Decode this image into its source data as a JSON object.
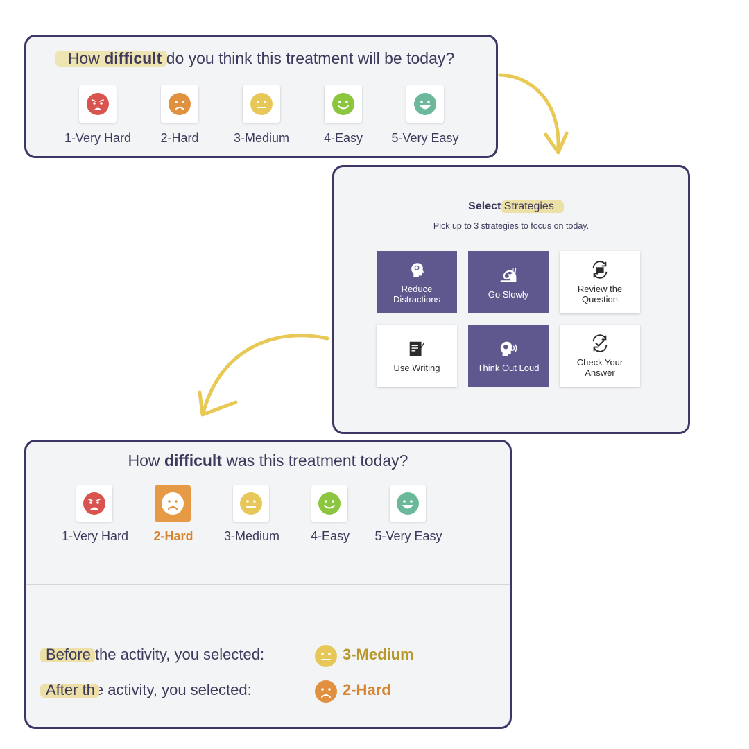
{
  "before": {
    "question_pre": "Ho",
    "question_hl_rest": "w ",
    "question_bold": "difficult",
    "question_post": " do you think this treatment will be today?",
    "options": [
      {
        "label": "1-Very Hard",
        "icon": "very-sad-face-icon",
        "color": "#d9534f"
      },
      {
        "label": "2-Hard",
        "icon": "sad-face-icon",
        "color": "#e0903f"
      },
      {
        "label": "3-Medium",
        "icon": "neutral-face-icon",
        "color": "#e8c75a"
      },
      {
        "label": "4-Easy",
        "icon": "smile-face-icon",
        "color": "#8cc63f"
      },
      {
        "label": "5-Very Easy",
        "icon": "grin-face-icon",
        "color": "#6cb89b"
      }
    ]
  },
  "strategies": {
    "title_prefix": "Select ",
    "title_highlight": "Strategies",
    "subtitle": "Pick up to 3 strategies to focus on today.",
    "items": [
      {
        "label_1": "Reduce",
        "label_2": "Distractions",
        "icon": "head-gears-icon",
        "selected": true
      },
      {
        "label_1": "Go Slowly",
        "label_2": "",
        "icon": "snail-icon",
        "selected": true
      },
      {
        "label_1": "Review the",
        "label_2": "Question",
        "icon": "book-refresh-icon",
        "selected": false
      },
      {
        "label_1": "Use Writing",
        "label_2": "",
        "icon": "notepad-pen-icon",
        "selected": false
      },
      {
        "label_1": "Think Out Loud",
        "label_2": "",
        "icon": "head-speaking-icon",
        "selected": true
      },
      {
        "label_1": "Check Your",
        "label_2": "Answer",
        "icon": "check-refresh-icon",
        "selected": false
      }
    ],
    "selected_color": "#5e588f"
  },
  "after": {
    "question_pre": "How ",
    "question_bold": "difficult",
    "question_post": " was this treatment today?",
    "selected_index": 1,
    "options": [
      {
        "label": "1-Very Hard"
      },
      {
        "label": "2-Hard"
      },
      {
        "label": "3-Medium"
      },
      {
        "label": "4-Easy"
      },
      {
        "label": "5-Very Easy"
      }
    ],
    "summary": {
      "before_hl": "Before",
      "before_text": " the activity, you selected:",
      "before_value": "3-Medium",
      "before_color": "#b8982a",
      "after_hl": "After th",
      "after_text": "e activity, you selected:",
      "after_value": "2-Hard",
      "after_color": "#d8842e"
    }
  },
  "colors": {
    "border": "#3b3866",
    "panel_bg": "#f3f4f6",
    "arrow": "#e8c956",
    "highlight": "#ece0a6"
  }
}
